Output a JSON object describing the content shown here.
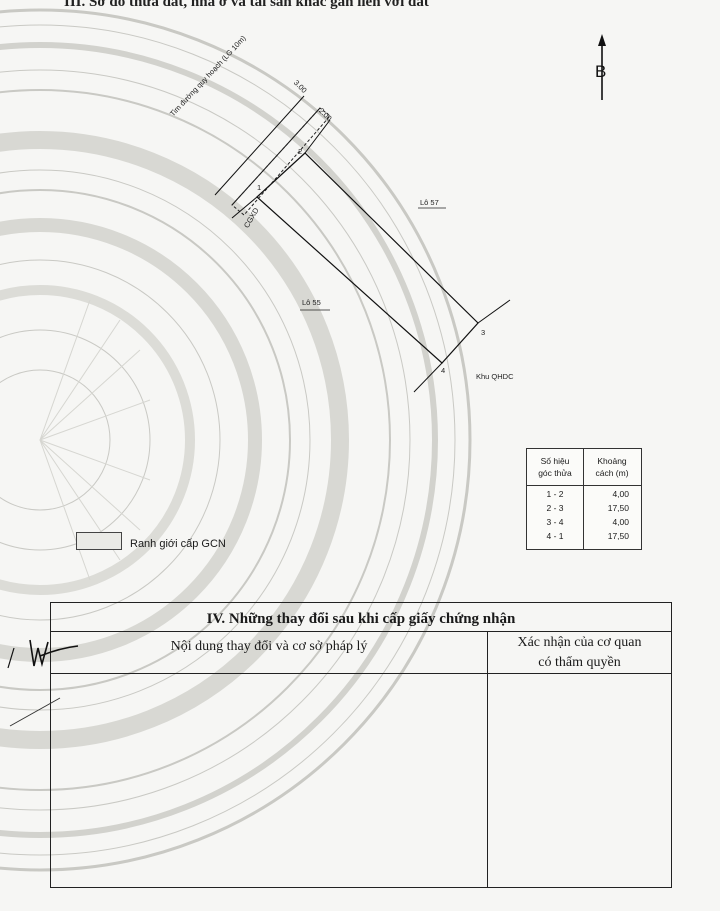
{
  "section3": {
    "title": "III. Sơ đồ thửa đất, nhà ở và tài sản khác gắn liền với đất"
  },
  "north": {
    "label": "B"
  },
  "map": {
    "road_label": "Tim đường quy hoạch (LG 10m)",
    "road_offset_1": "3.00",
    "road_offset_2": "2.00",
    "cgxd_label": "CGXD",
    "lot_top": "Lô 57",
    "lot_bottom": "Lô 55",
    "zone": "Khu QHDC",
    "corners": [
      "1",
      "2",
      "3",
      "4"
    ]
  },
  "distance_table": {
    "header_corner": [
      "Số hiệu",
      "góc thửa"
    ],
    "header_distance": [
      "Khoảng",
      "cách (m)"
    ],
    "rows": [
      {
        "corner": "1 - 2",
        "distance": "4,00"
      },
      {
        "corner": "2 - 3",
        "distance": "17,50"
      },
      {
        "corner": "3 - 4",
        "distance": "4,00"
      },
      {
        "corner": "4 - 1",
        "distance": "17,50"
      }
    ]
  },
  "legend": {
    "label": "Ranh giới cấp GCN"
  },
  "section4": {
    "title": "IV. Những thay đổi sau khi cấp giấy chứng nhận",
    "col_content": "Nội dung thay đổi và cơ sở pháp lý",
    "col_confirm_1": "Xác nhận của cơ quan",
    "col_confirm_2": "có thẩm quyền"
  }
}
